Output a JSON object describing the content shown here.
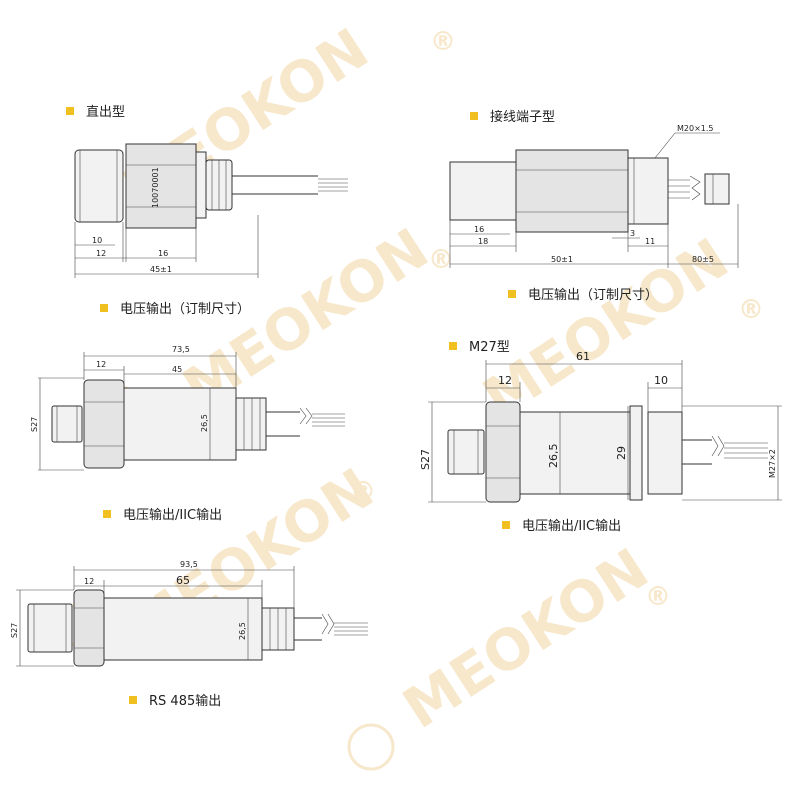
{
  "watermark": {
    "brand": "MEOKON",
    "registered": "®"
  },
  "colors": {
    "bullet": "#f0c020",
    "line": "#333333",
    "watermark": "#f7e8cc"
  },
  "sections": {
    "straight": {
      "title": "直出型",
      "dims": {
        "a": "10",
        "b": "12",
        "c": "16",
        "total": "45±1"
      },
      "body_mark": "10070001"
    },
    "terminal": {
      "title": "接线端子型",
      "dims": {
        "a": "16",
        "b": "18",
        "c": "3",
        "d": "11",
        "total": "50±1",
        "cable": "80±5",
        "thread": "M20×1.5"
      }
    },
    "voltage_custom": {
      "title": "电压输出（订制尺寸）",
      "dims": {
        "total": "73,5",
        "hex": "12",
        "body": "45",
        "diameter": "26,5",
        "hex_width": "S27"
      }
    },
    "m27": {
      "title": "M27型",
      "dims": {
        "total": "61",
        "hex": "12",
        "end": "10",
        "diameter": "26,5",
        "d29": "29",
        "hex_width": "S27",
        "thread": "M27×2"
      }
    },
    "voltage_iic_left": {
      "title": "电压输出/IIC输出"
    },
    "voltage_iic_right": {
      "title": "电压输出/IIC输出"
    },
    "rs485": {
      "title": "RS 485输出",
      "dims": {
        "total": "93,5",
        "hex": "12",
        "body": "65",
        "diameter": "26,5",
        "hex_width": "S27"
      }
    }
  }
}
